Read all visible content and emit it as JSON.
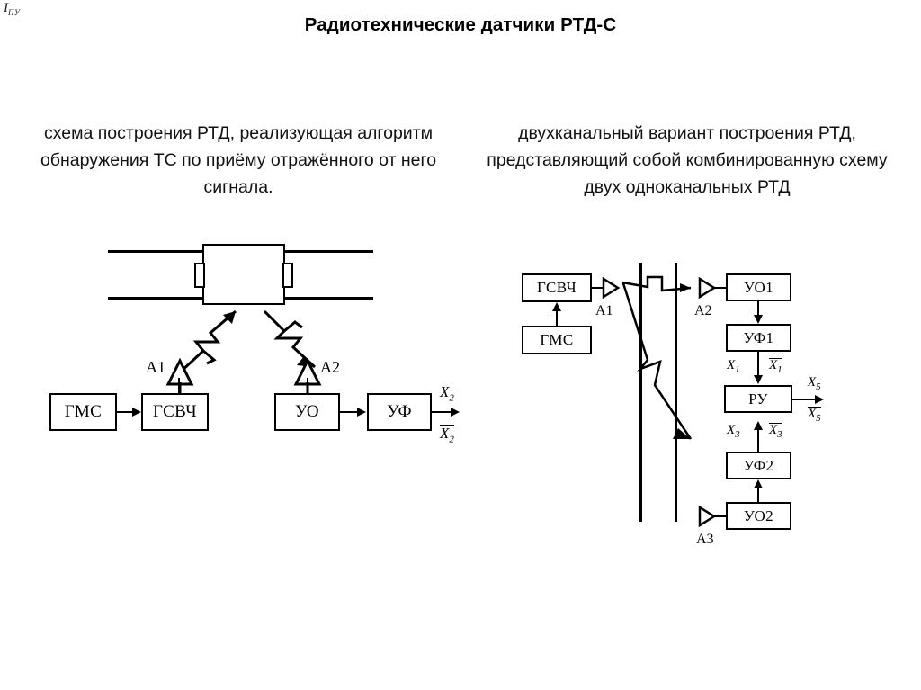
{
  "slide": {
    "corner_mark": {
      "symbol": "I",
      "subscript": "ПУ"
    },
    "title": "Радиотехнические датчики РТД-С"
  },
  "captions": {
    "left": "схема построения РТД, реализующая алгоритм обнаружения ТС по приёму отражённого от него сигнала.",
    "right": "двухканальный вариант построения РТД, представляющий собой комбинированную схему двух одноканальных РТД"
  },
  "diagram_left": {
    "name": "single-channel-rtd-scheme",
    "vehicle": {
      "label": ""
    },
    "antennas": [
      {
        "id": "A1",
        "label": "A1"
      },
      {
        "id": "A2",
        "label": "A2"
      }
    ],
    "blocks": [
      {
        "id": "gms",
        "label": "ГМС"
      },
      {
        "id": "gsvch",
        "label": "ГСВЧ"
      },
      {
        "id": "uo",
        "label": "УО"
      },
      {
        "id": "uf",
        "label": "УФ"
      }
    ],
    "outputs": [
      {
        "id": "x2",
        "symbol": "X",
        "sub": "2",
        "overline": false
      },
      {
        "id": "x2_bar",
        "symbol": "X",
        "sub": "2",
        "overline": true
      }
    ]
  },
  "diagram_right": {
    "name": "dual-channel-rtd-scheme",
    "antennas": [
      {
        "id": "A1",
        "label": "A1"
      },
      {
        "id": "A2",
        "label": "A2"
      },
      {
        "id": "A3",
        "label": "A3"
      }
    ],
    "blocks": [
      {
        "id": "gsvch",
        "label": "ГСВЧ"
      },
      {
        "id": "gms",
        "label": "ГМС"
      },
      {
        "id": "uo1",
        "label": "УО1"
      },
      {
        "id": "uf1",
        "label": "УФ1"
      },
      {
        "id": "ru",
        "label": "РУ"
      },
      {
        "id": "uf2",
        "label": "УФ2"
      },
      {
        "id": "uo2",
        "label": "УО2"
      }
    ],
    "signals": [
      {
        "id": "x1",
        "symbol": "X",
        "sub": "1",
        "overline": false
      },
      {
        "id": "x1_bar",
        "symbol": "X",
        "sub": "1",
        "overline": true
      },
      {
        "id": "x3",
        "symbol": "X",
        "sub": "3",
        "overline": false
      },
      {
        "id": "x3_bar",
        "symbol": "X",
        "sub": "3",
        "overline": true
      },
      {
        "id": "x5",
        "symbol": "X",
        "sub": "5",
        "overline": false
      },
      {
        "id": "x5_bar",
        "symbol": "X",
        "sub": "5",
        "overline": true
      }
    ]
  },
  "colors": {
    "ink": "#000000",
    "background": "#ffffff",
    "ghost": "rgba(120,120,135,0.20)"
  }
}
